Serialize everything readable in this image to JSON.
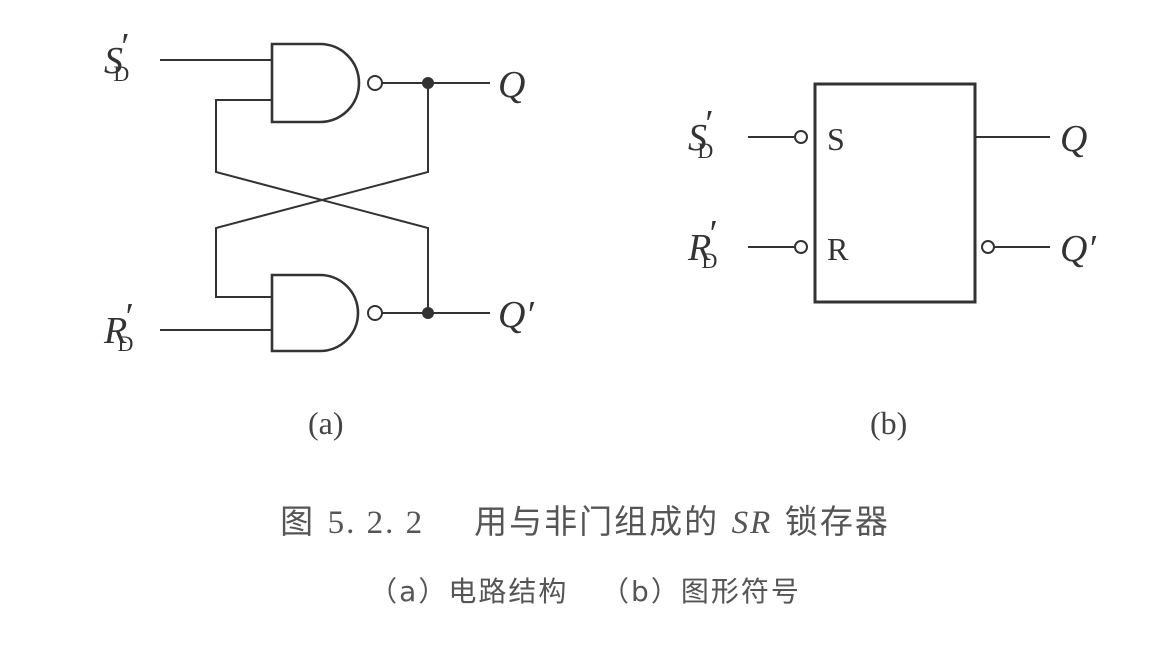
{
  "circuit_a": {
    "inputs": {
      "s": "S",
      "r": "R",
      "sub": "D",
      "prime": "′"
    },
    "outputs": {
      "q": "Q",
      "qn": "Q′"
    },
    "caption": "(a)"
  },
  "symbol_b": {
    "inputs": {
      "s": "S",
      "r": "R",
      "sub": "D",
      "prime": "′"
    },
    "pins": {
      "s": "S",
      "r": "R"
    },
    "outputs": {
      "q": "Q",
      "qn": "Q′"
    },
    "caption": "(b)"
  },
  "figure": {
    "label": "图",
    "number": "5. 2. 2",
    "title_before": "用与非门组成的",
    "title_sr": "SR",
    "title_after": "锁存器",
    "subcaption_a": "（a）电路结构",
    "subcaption_b": "（b）图形符号"
  }
}
